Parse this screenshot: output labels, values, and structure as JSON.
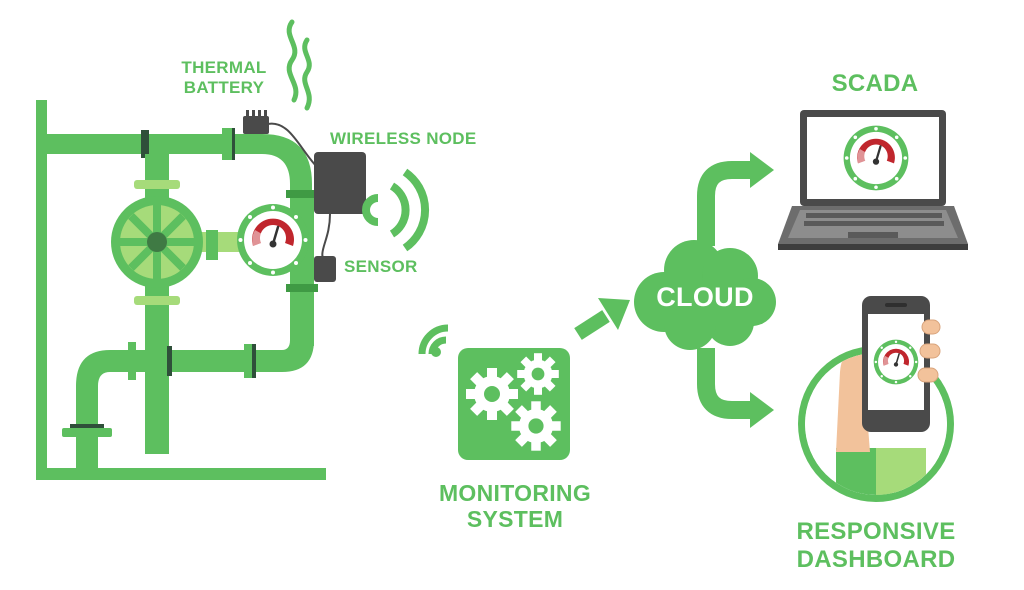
{
  "labels": {
    "thermal_battery_line1": "THERMAL",
    "thermal_battery_line2": "BATTERY",
    "wireless_node": "WIRELESS NODE",
    "sensor": "SENSOR",
    "monitoring_line1": "MONITORING",
    "monitoring_line2": "SYSTEM",
    "cloud": "CLOUD",
    "scada": "SCADA",
    "dashboard_line1": "RESPONSIVE",
    "dashboard_line2": "DASHBOARD"
  },
  "icons": [
    "pipe-system-icon",
    "valve-wheel-icon",
    "pressure-gauge-icon",
    "heat-waves-icon",
    "thermal-battery-icon",
    "wireless-node-icon",
    "sensor-icon",
    "wireless-signal-icon",
    "gears-icon",
    "arrow-icon",
    "cloud-icon",
    "laptop-icon",
    "smartphone-icon",
    "hand-icon"
  ],
  "colors": {
    "primary_green": "#5dbf5f",
    "dark_green": "#3f9a44",
    "light_green": "#a6db7a",
    "gauge_red": "#c0262d",
    "device_gray": "#4a4a4a",
    "screen_blue": "#cfe3ef"
  }
}
